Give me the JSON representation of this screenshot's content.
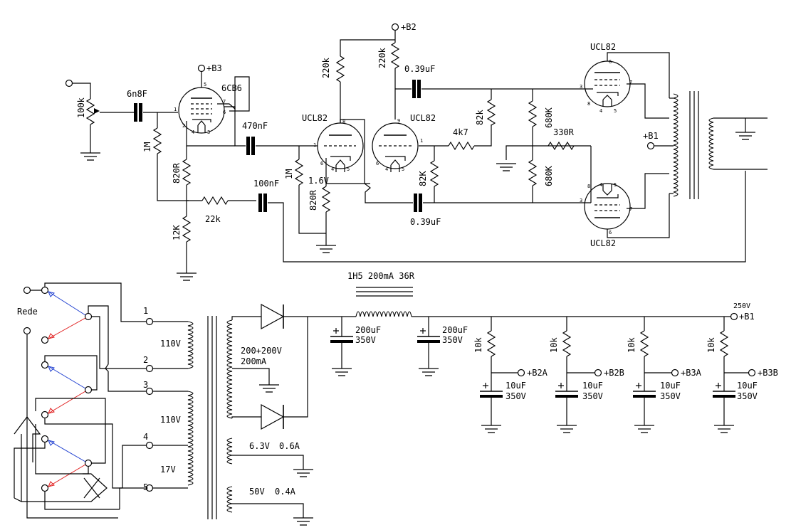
{
  "supplies": {
    "b3": "+B3",
    "b2": "+B2",
    "b1": "+B1",
    "b1_main": "+B1",
    "b1_voltage": "250V",
    "b2a": "+B2A",
    "b2b": "+B2B",
    "b3a": "+B3A",
    "b3b": "+B3B"
  },
  "tubes": {
    "v1": "6CB6",
    "v2": "UCL82",
    "v3": "UCL82",
    "v4": "UCL82",
    "v5": "UCL82"
  },
  "components": {
    "pot_input": "100k",
    "c_input": "6n8F",
    "r_grid1": "1M",
    "r_cath1": "820R",
    "r_fb": "22k",
    "r_12k": "12K",
    "c_470n": "470nF",
    "c_100n": "100nF",
    "r_grid2": "1M",
    "r_cath2": "820R",
    "v_cath2": "1.6V",
    "r_plate2": "220k",
    "r_plate3": "220k",
    "c_039_top": "0.39uF",
    "c_039_bot": "0.39uF",
    "r_4k7": "4k7",
    "r_82k_top": "82k",
    "r_82k_bot": "82K",
    "r_680k_top": "680K",
    "r_680k_bot": "680K",
    "r_330": "330R"
  },
  "power": {
    "rede": "Rede",
    "tap1": "1",
    "tap2": "2",
    "tap3": "3",
    "tap4": "4",
    "tap5": "5",
    "v110_a": "110V",
    "v110_b": "110V",
    "v17": "17V",
    "hv_sec_v": "200+200V",
    "hv_sec_i": "200mA",
    "heater1_v": "6.3V",
    "heater1_i": "0.6A",
    "heater2_v": "50V",
    "heater2_i": "0.4A",
    "choke": "1H5 200mA 36R",
    "c1_val": "200uF",
    "c1_volt": "350V",
    "c2_val": "200uF",
    "c2_volt": "350V",
    "r_dec1": "10k",
    "r_dec2": "10k",
    "r_dec3": "10k",
    "r_dec4": "10k",
    "c_dec1_val": "10uF",
    "c_dec1_volt": "350V",
    "c_dec2_val": "10uF",
    "c_dec2_volt": "350V",
    "c_dec3_val": "10uF",
    "c_dec3_volt": "350V",
    "c_dec4_val": "10uF",
    "c_dec4_volt": "350V"
  },
  "pins": {
    "v1_p5": "5",
    "v1_p1": "1",
    "v1_p2": "2",
    "v1_p4": "4",
    "v1_p3": "3",
    "v1_p7": "7",
    "v1_p6": "6",
    "v2_p8": "8",
    "v2_p1": "1",
    "v2_p6": "6",
    "v2_p4": "4",
    "v2_p5": "5",
    "v3_p9": "9",
    "v3_p1": "1",
    "v3_p6": "6",
    "v3_p4": "4",
    "v3_p5": "5",
    "v4_p6": "6",
    "v4_p3": "3",
    "v4_p7": "7",
    "v4_p8": "8",
    "v4_p4": "4",
    "v4_p5": "5",
    "v5_p6": "6",
    "v5_p3": "3",
    "v5_p7": "7",
    "v5_p8": "8",
    "v5_p4": "4",
    "v5_p5": "5"
  }
}
